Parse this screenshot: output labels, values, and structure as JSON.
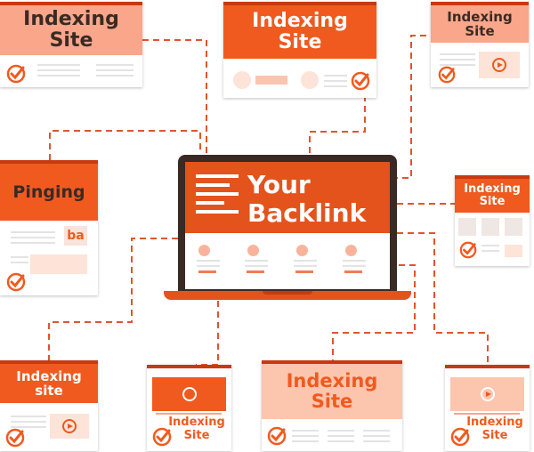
{
  "center": {
    "title_line1": "Your",
    "title_line2": "Backlink"
  },
  "cards": {
    "top_left": {
      "line1": "Indexing",
      "line2": "Site"
    },
    "top_center": {
      "line1": "Indexing",
      "line2": "Site"
    },
    "top_right": {
      "line1": "Indexing",
      "line2": "Site"
    },
    "left_pinging": {
      "line1": "Pinging",
      "logo": "ba"
    },
    "right_middle": {
      "line1": "Indexing",
      "line2": "Site"
    },
    "bottom_left": {
      "line1": "Indexing",
      "line2": "site"
    },
    "bottom_second": {
      "line1": "Indexing",
      "line2": "Site"
    },
    "bottom_center": {
      "line1": "Indexing",
      "line2": "Site"
    },
    "bottom_right": {
      "line1": "Indexing",
      "line2": "Site"
    }
  },
  "colors": {
    "brand": "#f05a1f",
    "brand_dark": "#c73a10",
    "accent_light": "#f9a68a",
    "connector": "#e2542c"
  }
}
